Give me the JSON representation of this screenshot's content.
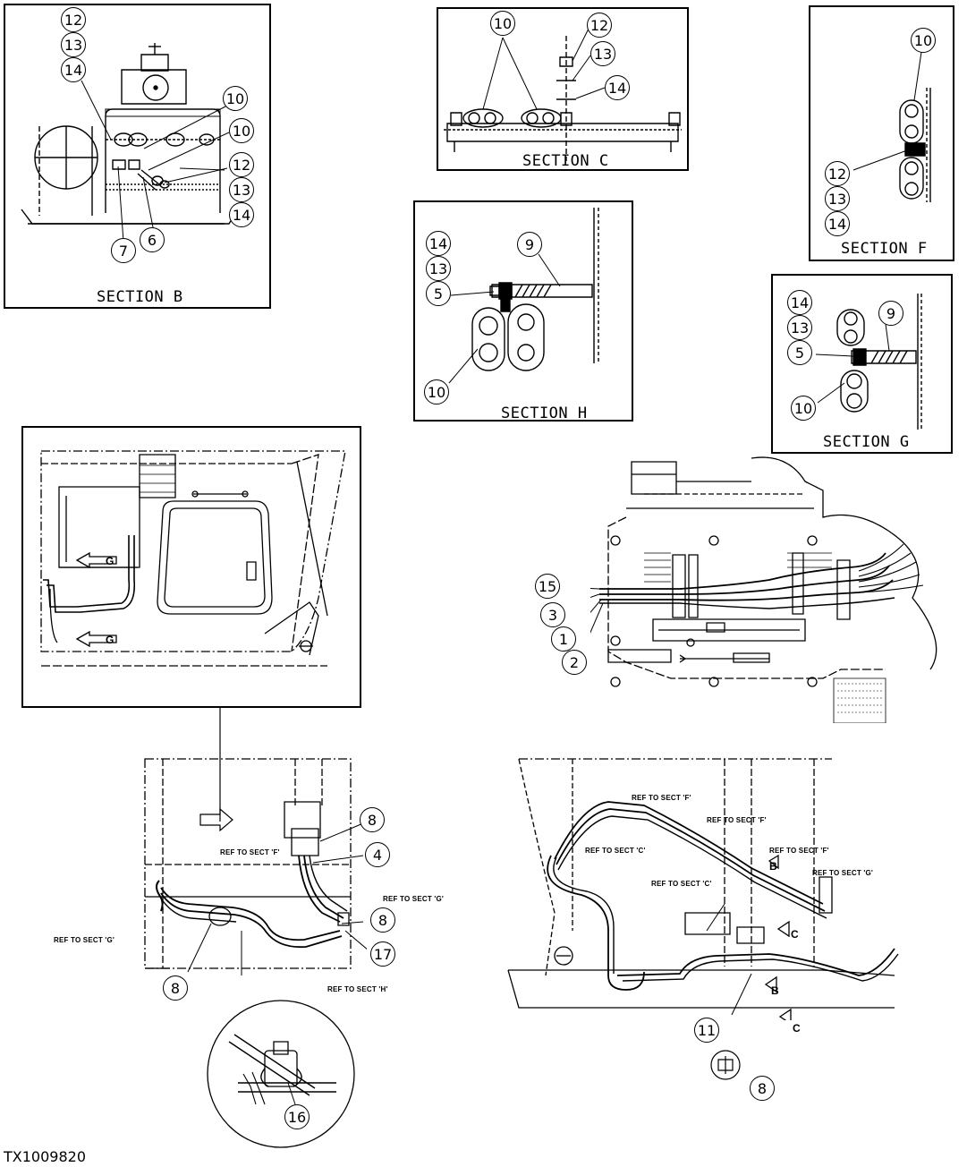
{
  "sections": {
    "b": "SECTION B",
    "c": "SECTION C",
    "f": "SECTION F",
    "h": "SECTION H",
    "g": "SECTION G"
  },
  "callouts": {
    "b": [
      "12",
      "13",
      "14",
      "10",
      "10",
      "12",
      "13",
      "14",
      "7",
      "6"
    ],
    "c": [
      "10",
      "12",
      "13",
      "14"
    ],
    "f": [
      "10",
      "12",
      "13",
      "14"
    ],
    "h": [
      "14",
      "13",
      "5",
      "9",
      "10"
    ],
    "g": [
      "14",
      "13",
      "5",
      "9",
      "10"
    ],
    "main_right": [
      "15",
      "3",
      "1",
      "2"
    ],
    "lower_left": [
      "8",
      "4",
      "8",
      "17",
      "8",
      "16"
    ],
    "lower_right": [
      "11",
      "8"
    ]
  },
  "refs": {
    "left_f": "REF TO SECT 'F'",
    "left_g_right": "REF TO SECT 'G'",
    "left_g_left": "REF TO SECT 'G'",
    "left_h": "REF TO SECT 'H'",
    "right_f1": "REF TO SECT 'F'",
    "right_f2": "REF TO SECT 'F'",
    "right_c1": "REF TO SECT 'C'",
    "right_f3": "REF TO SECT 'F'",
    "right_g": "REF TO SECT 'G'",
    "right_c2": "REF TO SECT 'C'"
  },
  "view_arrows": {
    "g_upper": "G",
    "g_lower": "G",
    "b_upper": "B",
    "c_upper": "C",
    "b_lower": "B",
    "c_lower": "C"
  },
  "figure_id": "TX1009820"
}
